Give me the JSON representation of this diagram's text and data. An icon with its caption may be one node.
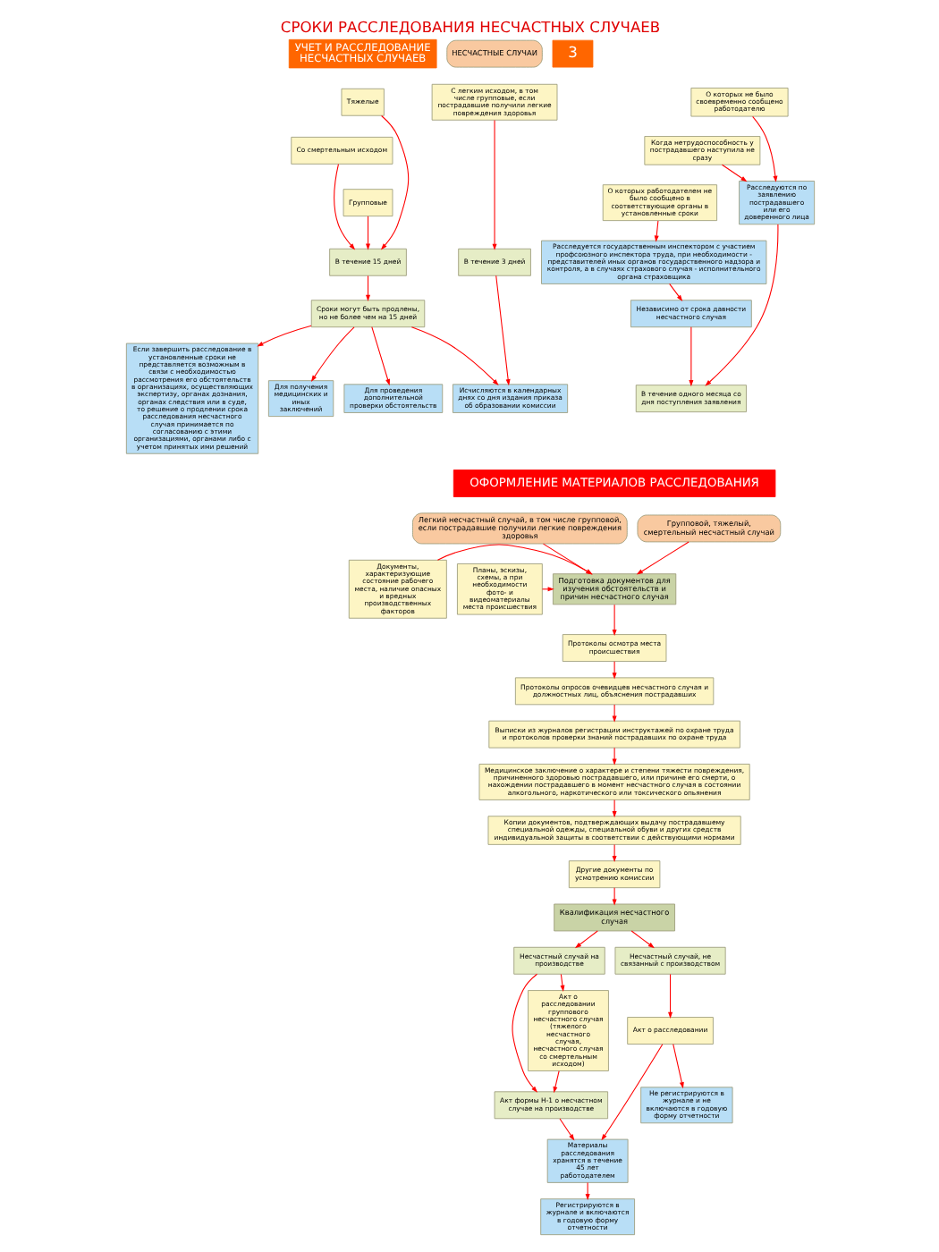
{
  "diagram": {
    "title": "СРОКИ РАССЛЕДОВАНИЯ НЕСЧАСТНЫХ СЛУЧАЕВ",
    "nodes": [
      {
        "text": [
          "НЕСЧАСТНЫЕ СЛУЧАИ"
        ]
      },
      {
        "text": [
          "С легким исходом, в том числе групповые, если пострадавшие получили легкие повреждения здоровья"
        ]
      },
      {
        "text": [
          "Тяжелые"
        ]
      },
      {
        "text": [
          "Со смертельным исходом"
        ]
      },
      {
        "text": [
          "Групповые"
        ]
      },
      {
        "text": [
          "О которых не было своевременно сообщено работодателю"
        ]
      },
      {
        "text": [
          "Когда нетрудоспособность у пострадавшего наступила не сразу"
        ]
      },
      {
        "text": [
          "О которых работодателем не было сообщено в соответствующие органы в установленные сроки"
        ]
      },
      {
        "text": [
          "В течение 3 дней"
        ]
      },
      {
        "text": [
          "Исчисляются в календарных днях со дня издания приказа об образовании комиссии"
        ]
      },
      {
        "text": [
          "В течение 15 дней"
        ]
      },
      {
        "text": [
          "Сроки могут быть продлены, но не более чем на 15 дней"
        ]
      },
      {
        "text": [
          "Для получения медицинских и иных заключений"
        ]
      },
      {
        "text": [
          "Для проведения дополнительной проверки обстоятельств"
        ]
      },
      {
        "text": [
          "Если завершить расследование в установленные сроки не представляется возможным в связи с необходимостью рассмотрения его обстоятельств в организациях, осуществляющих экспертизу, органах дознания, органах следствия или в суде, то решение о продлении срока расследования несчастного случая принимается по согласованию с этими организациями, органами либо с учетом принятых ими решений"
        ]
      },
      {
        "text": [
          "Расследуются по заявлению пострадавшего или его доверенного лица"
        ]
      },
      {
        "text": [
          "В течение одного месяца со дня поступления заявления"
        ]
      },
      {
        "text": [
          "Расследуется государственным инспектором с участием профсоюзного инспектора труда, при необходимости - представителей иных органов государственного надзора и контроля, а в случаях страхового случая - исполнительного органа страховщика"
        ]
      },
      {
        "text": [
          "Независимо от срока давности несчастного случая"
        ]
      },
      {
        "text": [
          "Легкий несчастный случай, в том числе групповой, если пострадавшие получили легкие повреждения здоровья"
        ]
      },
      {
        "text": [
          "Групповой, тяжелый, смертельный несчастный случай"
        ]
      },
      {
        "text": [
          "Документы, характеризующие состояние рабочего места, наличие опасных и вредных производственных факторов"
        ]
      },
      {
        "text": [
          "Подготовка документов для изучения обстоятельств и причин несчастного случая"
        ]
      },
      {
        "text": [
          "Планы, эскизы, схемы, а при необходимости фото- и видеоматериалы места происшествия"
        ]
      },
      {
        "text": [
          "Протоколы осмотра места происшествия"
        ]
      },
      {
        "text": [
          "Протоколы опросов очевидцев несчастного случая и должностных лиц, объяснения пострадавших"
        ]
      },
      {
        "text": [
          "Выписки из журналов регистрации инструктажей по охране труда и протоколов проверки знаний пострадавших по охране труда"
        ]
      },
      {
        "text": [
          "Медицинское заключение о характере и степени тяжести повреждения, причиненного здоровью пострадавшего, или причине его смерти, о нахождении пострадавшего в момент несчастного случая в состоянии алкогольного, наркотического или токсического опьянения"
        ]
      },
      {
        "text": [
          "Копии документов, подтверждающих выдачу пострадавшему специальной одежды, специальной обуви и других средств индивидуальной защиты в соответствии с действующими нормами"
        ]
      },
      {
        "text": [
          "Другие документы по усмотрению комиссии"
        ]
      },
      {
        "text": [
          "Квалификация несчастного случая"
        ]
      },
      {
        "text": [
          "Несчастный случай, не связанный с производством"
        ]
      },
      {
        "text": [
          "Несчастный случай на производстве"
        ]
      },
      {
        "text": [
          "Акт о расследовании группового несчастного случая (тяжелого несчастного случая, несчастного случая со смертельным исходом)"
        ]
      },
      {
        "text": [
          "Акт формы Н-1 о несчастном случае на производстве"
        ]
      },
      {
        "text": [
          "Не регистрируются в журнале и не включаются в годовую форму отчетности"
        ]
      },
      {
        "text": [
          "Акт о расследовании"
        ]
      },
      {
        "text": [
          "Регистрируются в журнале и включаются в годовую форму отчетности"
        ]
      },
      {
        "text": [
          "Материалы расследования хранятся в течение 45 лет работодателем"
        ]
      }
    ],
    "edges": [
      {
        "from": 1,
        "to": 8,
        "arrow": "to"
      },
      {
        "from": 8,
        "to": 9,
        "arrow": "to"
      },
      {
        "from": 2,
        "to": 10,
        "arrow": "to"
      },
      {
        "from": 3,
        "to": 10,
        "arrow": "to"
      },
      {
        "from": 4,
        "to": 10,
        "arrow": "to"
      },
      {
        "from": 10,
        "to": 11,
        "arrow": "to"
      },
      {
        "from": 11,
        "to": 9,
        "arrow": "to"
      },
      {
        "from": 11,
        "to": 12,
        "arrow": "to"
      },
      {
        "from": 11,
        "to": 13,
        "arrow": "to"
      },
      {
        "from": 11,
        "to": 14,
        "arrow": "to"
      },
      {
        "from": 5,
        "to": 15,
        "arrow": "to"
      },
      {
        "from": 6,
        "to": 15,
        "arrow": "to"
      },
      {
        "from": 15,
        "to": 16,
        "arrow": "to"
      },
      {
        "from": 7,
        "to": 17,
        "arrow": "to"
      },
      {
        "from": 17,
        "to": 18,
        "arrow": "to"
      },
      {
        "from": 18,
        "to": 16,
        "arrow": "to"
      },
      {
        "from": 19,
        "to": 22,
        "arrow": "to"
      },
      {
        "from": 20,
        "to": 22,
        "arrow": "to"
      },
      {
        "from": 21,
        "to": 22,
        "arrow": "to"
      },
      {
        "from": 23,
        "to": 22,
        "arrow": "to"
      },
      {
        "from": 22,
        "to": 24,
        "arrow": "to"
      },
      {
        "from": 24,
        "to": 25,
        "arrow": "to"
      },
      {
        "from": 25,
        "to": 26,
        "arrow": "to"
      },
      {
        "from": 26,
        "to": 27,
        "arrow": "to"
      },
      {
        "from": 27,
        "to": 28,
        "arrow": "to"
      },
      {
        "from": 28,
        "to": 29,
        "arrow": "to"
      },
      {
        "from": 29,
        "to": 30,
        "arrow": "to"
      },
      {
        "from": 30,
        "to": 31,
        "arrow": "to"
      },
      {
        "from": 30,
        "to": 32,
        "arrow": "to"
      },
      {
        "from": 31,
        "to": 36,
        "arrow": "to"
      },
      {
        "from": 36,
        "to": 35,
        "arrow": "to"
      },
      {
        "from": 36,
        "to": 38,
        "arrow": "to"
      },
      {
        "from": 32,
        "to": 33,
        "arrow": "to"
      },
      {
        "from": 32,
        "to": 34,
        "arrow": "to"
      },
      {
        "from": 33,
        "to": 34,
        "arrow": "to"
      },
      {
        "from": 34,
        "to": 38,
        "arrow": "to"
      },
      {
        "from": 38,
        "to": 37,
        "arrow": "to"
      }
    ],
    "labels": [
      "УЧЕТ И РАССЛЕДОВАНИЕ НЕСЧАСТНЫХ СЛУЧАЕВ",
      "3",
      "ОФОРМЛЕНИЕ МАТЕРИАЛОВ РАССЛЕДОВАНИЯ"
    ]
  }
}
